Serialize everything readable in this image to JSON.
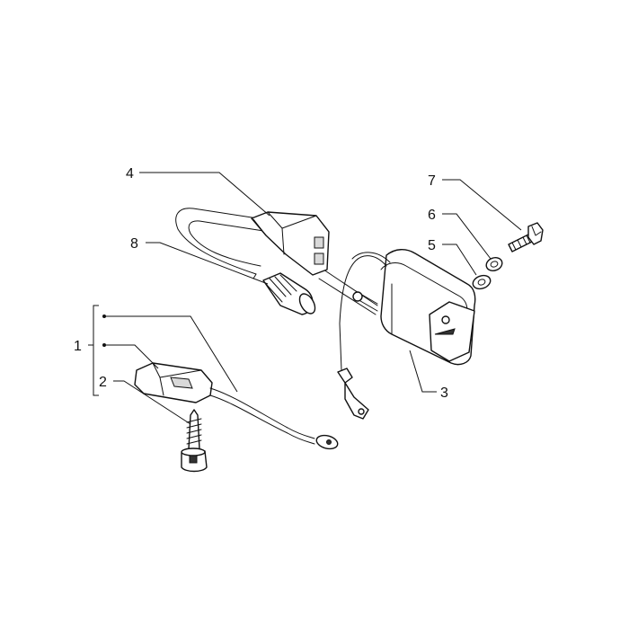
{
  "callouts": {
    "p1": "1",
    "p2": "2",
    "p3": "3",
    "p4": "4",
    "p5": "5",
    "p6": "6",
    "p7": "7",
    "p8": "8"
  },
  "colors": {
    "ink": "#111111",
    "background": "#ffffff"
  }
}
